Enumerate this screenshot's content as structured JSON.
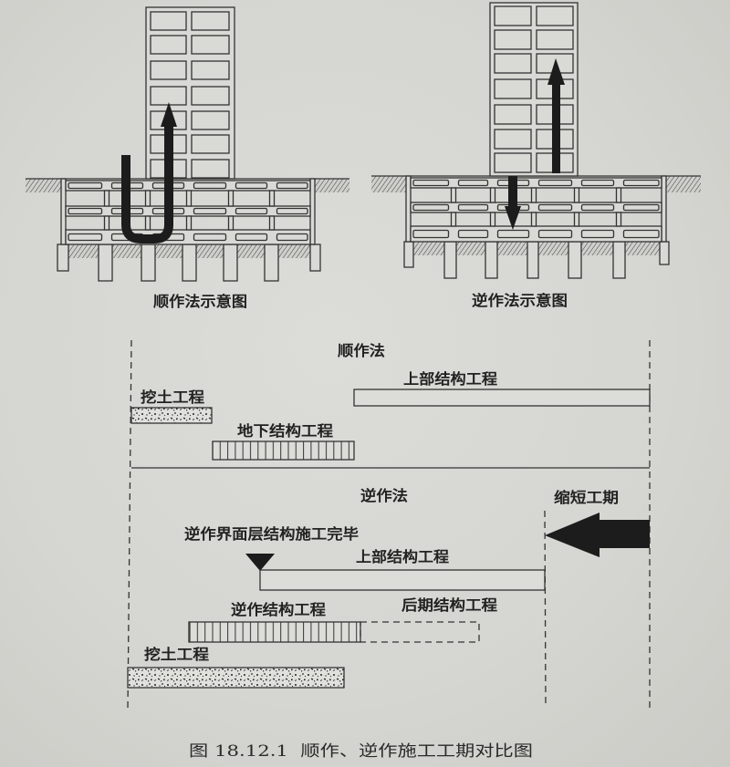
{
  "colors": {
    "paper": "#d6d6d2",
    "ink": "#333333",
    "arrow": "#1c1c1c"
  },
  "diagrams": {
    "sequential": {
      "caption": "顺作法示意图",
      "arrow_icon": "u-turn-arrow-icon"
    },
    "reverse": {
      "caption": "逆作法示意图",
      "arrow_icons": [
        "up-arrow-icon",
        "down-arrow-icon"
      ]
    }
  },
  "timeline": {
    "sequential": {
      "title": "顺作法",
      "tasks": [
        {
          "label": "挖土工程",
          "pattern": "speckled"
        },
        {
          "label": "地下结构工程",
          "pattern": "vertical-hatch"
        },
        {
          "label": "上部结构工程",
          "pattern": "empty"
        }
      ]
    },
    "reverse": {
      "title": "逆作法",
      "milestone": "逆作界面层结构施工完毕",
      "milestone_icon": "triangle-marker-icon",
      "savings_label": "缩短工期",
      "savings_icon": "left-arrow-icon",
      "tasks": [
        {
          "label": "上部结构工程",
          "pattern": "empty"
        },
        {
          "label": "逆作结构工程",
          "pattern": "vertical-hatch"
        },
        {
          "label": "后期结构工程",
          "pattern": "dashed-outline"
        },
        {
          "label": "挖土工程",
          "pattern": "speckled"
        }
      ]
    }
  },
  "caption": "图 18.12.1  顺作、逆作施工工期对比图"
}
